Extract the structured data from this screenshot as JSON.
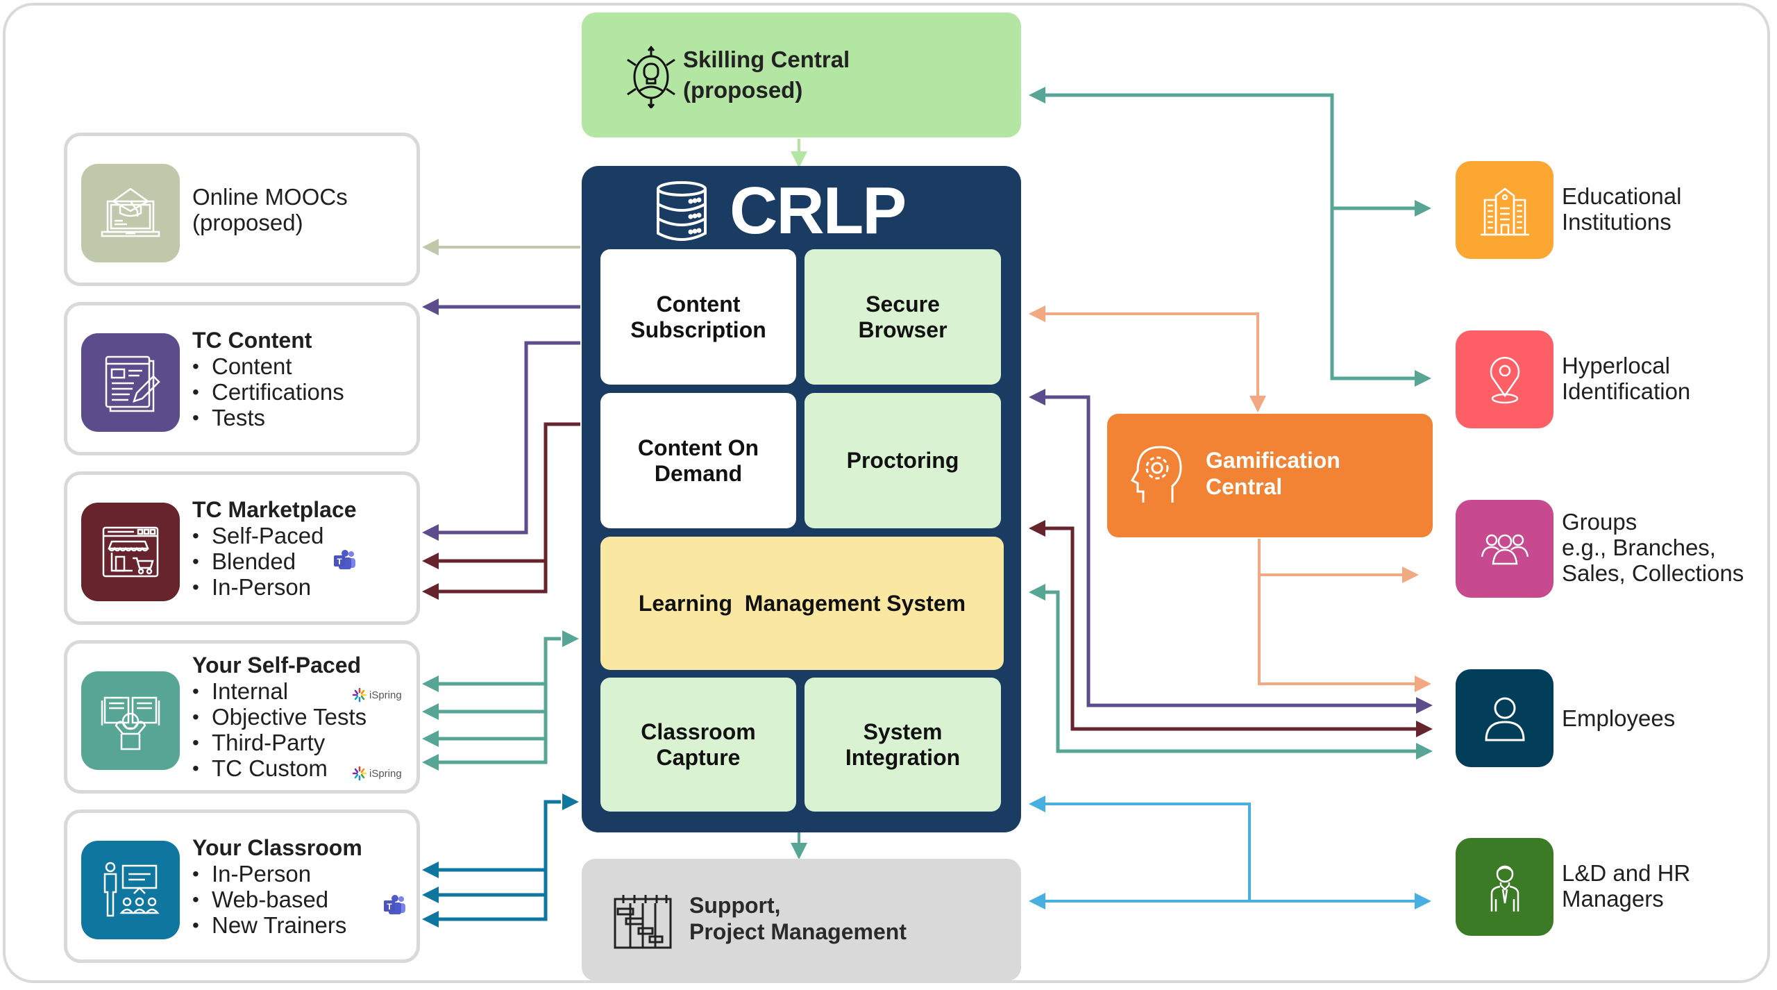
{
  "colors": {
    "crlp_bg": "#1a3c63",
    "skilling_bg": "#b3e5a3",
    "tile_green": "#d9f2d1",
    "tile_yellow": "#f9e7a2",
    "support_bg": "#d9d9d9",
    "gamification_bg": "#f28335",
    "moocs": "#c0c8ac",
    "tc_content": "#5d4c8c",
    "tc_marketplace": "#67242c",
    "self_paced": "#57a595",
    "classroom": "#0f76a0",
    "educational": "#fda733",
    "hyperlocal": "#fe5f66",
    "groups": "#c74a8e",
    "employees": "#023e5a",
    "ld_hr": "#3c7b26",
    "line_peach": "#f2a881",
    "line_blue": "#47b0e0"
  },
  "skilling_central": {
    "line1": "Skilling Central",
    "line2": "(proposed)",
    "icon": "person-network-icon"
  },
  "crlp": {
    "title": "CRLP",
    "icon": "database-icon",
    "tiles": [
      {
        "label": "Content Subscription",
        "l1": "Content",
        "l2": "Subscription"
      },
      {
        "label": "Secure Browser",
        "l1": "Secure",
        "l2": "Browser"
      },
      {
        "label": "Content On Demand",
        "l1": "Content On",
        "l2": "Demand"
      },
      {
        "label": "Proctoring",
        "l1": "Proctoring",
        "l2": ""
      },
      {
        "label": "Learning  Management System",
        "l1": "Learning  Management System",
        "l2": ""
      },
      {
        "label": "Classroom Capture",
        "l1": "Classroom",
        "l2": "Capture"
      },
      {
        "label": "System Integration",
        "l1": "System",
        "l2": "Integration"
      }
    ]
  },
  "support": {
    "line1": "Support,",
    "line2": "Project Management",
    "icon": "gantt-chart-icon"
  },
  "gamification": {
    "line1": "Gamification",
    "line2": "Central",
    "icon": "head-gear-icon"
  },
  "left": {
    "moocs": {
      "line1": "Online MOOCs",
      "line2": "(proposed)",
      "icon": "laptop-graduation-icon"
    },
    "tc_content": {
      "title": "TC Content",
      "items": [
        "Content",
        "Certifications",
        "Tests"
      ],
      "icon": "document-edit-icon"
    },
    "tc_marketplace": {
      "title": "TC Marketplace",
      "items": [
        "Self-Paced",
        "Blended",
        "In-Person"
      ],
      "icon": "storefront-icon",
      "badge": "teams-icon"
    },
    "self_paced": {
      "title": "Your Self-Paced",
      "items": [
        "Internal",
        "Objective Tests",
        "Third-Party",
        "TC Custom"
      ],
      "icon": "reader-book-icon",
      "badge_label": "iSpring"
    },
    "classroom": {
      "title": "Your Classroom",
      "items": [
        "In-Person",
        "Web-based",
        "New Trainers"
      ],
      "icon": "presentation-audience-icon",
      "badge": "teams-icon"
    }
  },
  "right": [
    {
      "key": "educational",
      "line1": "Educational",
      "line2": "Institutions",
      "line3": "",
      "icon": "building-icon"
    },
    {
      "key": "hyperlocal",
      "line1": "Hyperlocal",
      "line2": "Identification",
      "line3": "",
      "icon": "location-pin-icon"
    },
    {
      "key": "groups",
      "line1": "Groups",
      "line2": "e.g., Branches,",
      "line3": "Sales, Collections",
      "icon": "group-icon"
    },
    {
      "key": "employees",
      "line1": "Employees",
      "line2": "",
      "line3": "",
      "icon": "user-icon"
    },
    {
      "key": "ld_hr",
      "line1": "L&D and HR",
      "line2": "Managers",
      "line3": "",
      "icon": "manager-icon"
    }
  ],
  "bullet": "•"
}
